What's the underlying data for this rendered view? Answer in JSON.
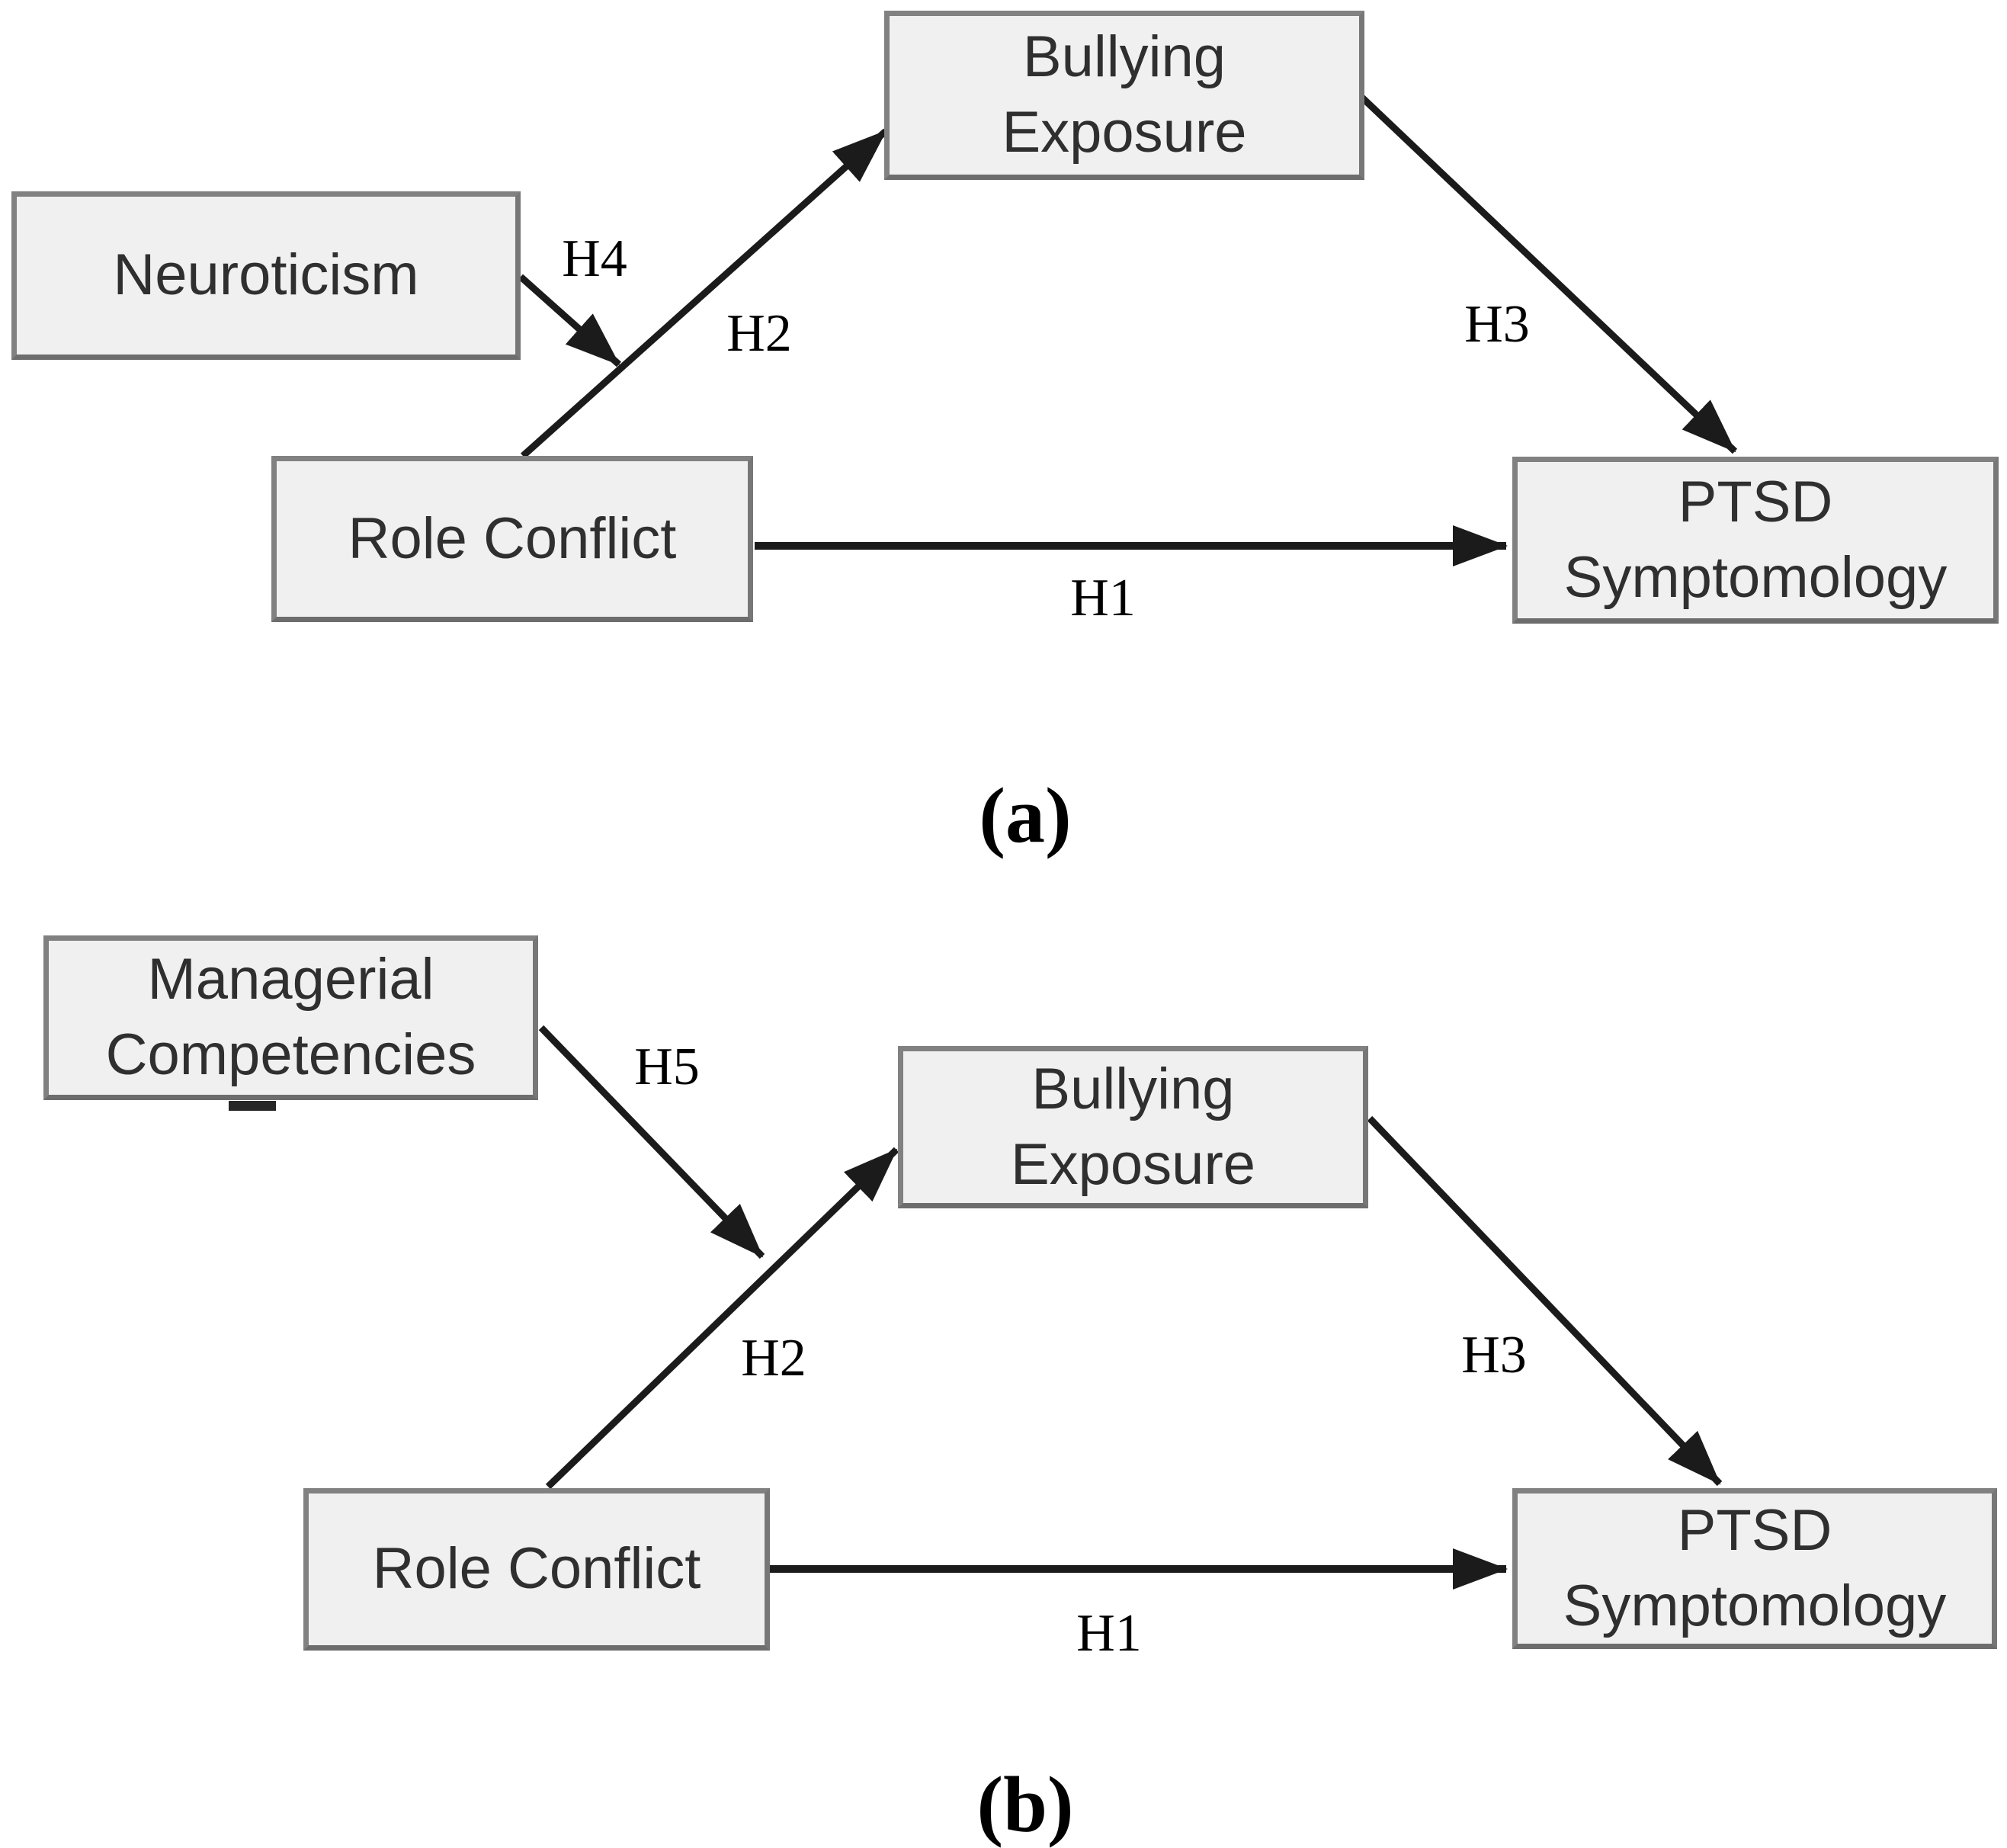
{
  "figure": {
    "type": "path-model-diagram",
    "description_visible_only": "Two moderated mediation hypothesis diagrams labeled (a) and (b)"
  },
  "colors": {
    "background": "#ffffff",
    "box_fill": "#f0f0f0",
    "box_border": "#818181",
    "arrow": "#1b1b1b",
    "node_text": "#2f2f2f",
    "label_text": "#000000"
  },
  "panel_a": {
    "caption": "(a)",
    "nodes": {
      "neuroticism": {
        "label": "Neuroticism"
      },
      "bullying_exposure": {
        "line1": "Bullying",
        "line2": "Exposure"
      },
      "role_conflict": {
        "label": "Role Conflict"
      },
      "ptsd": {
        "line1": "PTSD",
        "line2": "Symptomology"
      }
    },
    "edges": [
      {
        "id": "h1",
        "label": "H1",
        "from": "role_conflict",
        "to": "ptsd"
      },
      {
        "id": "h2",
        "label": "H2",
        "from": "role_conflict",
        "to": "bullying_exposure"
      },
      {
        "id": "h3",
        "label": "H3",
        "from": "bullying_exposure",
        "to": "ptsd"
      },
      {
        "id": "h4",
        "label": "H4",
        "from": "neuroticism",
        "to": "h2-path"
      }
    ]
  },
  "panel_b": {
    "caption": "(b)",
    "nodes": {
      "managerial_competencies": {
        "line1": "Managerial",
        "line2": "Competencies"
      },
      "bullying_exposure": {
        "line1": "Bullying",
        "line2": "Exposure"
      },
      "role_conflict": {
        "label": "Role Conflict"
      },
      "ptsd": {
        "line1": "PTSD",
        "line2": "Symptomology"
      }
    },
    "edges": [
      {
        "id": "h1",
        "label": "H1",
        "from": "role_conflict",
        "to": "ptsd"
      },
      {
        "id": "h2",
        "label": "H2",
        "from": "role_conflict",
        "to": "bullying_exposure"
      },
      {
        "id": "h3",
        "label": "H3",
        "from": "bullying_exposure",
        "to": "ptsd"
      },
      {
        "id": "h5",
        "label": "H5",
        "from": "managerial_competencies",
        "to": "h2-path"
      }
    ]
  }
}
